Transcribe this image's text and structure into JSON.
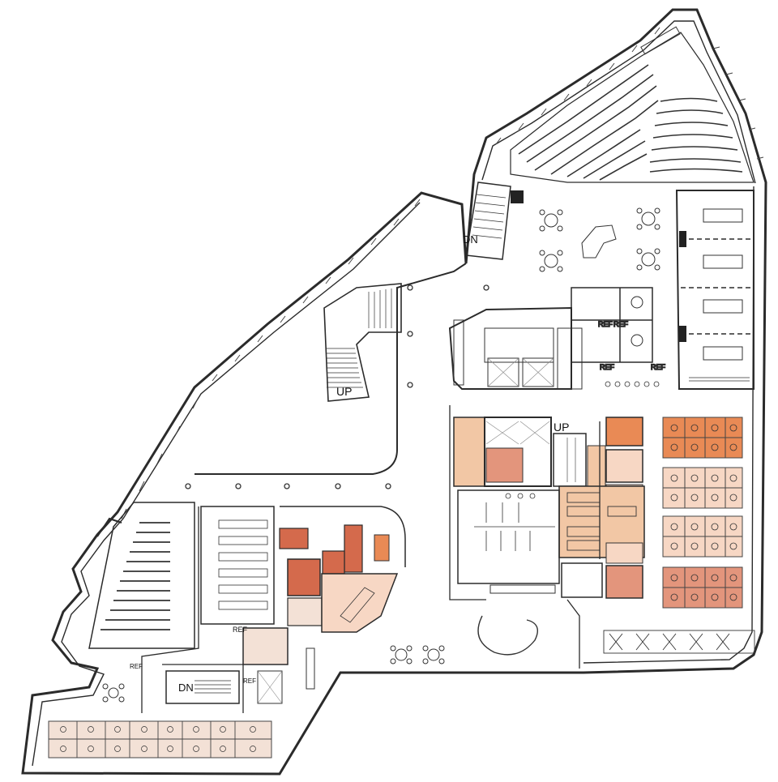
{
  "labels": {
    "up_stair_west": "UP",
    "up_stair_core": "UP",
    "dn_stair_north": "DN",
    "dn_stair_south": "DN",
    "ref_1": "REF",
    "ref_2": "REF",
    "ref_3": "REF",
    "ref_4": "REF",
    "ref_5": "REF",
    "ref_6": "REF",
    "ref_7": "REF"
  },
  "colors": {
    "wall": "#2b2b2b",
    "light_peach": "#f7d7c4",
    "pale_peach": "#f3e1d6",
    "peach": "#f2c7a5",
    "orange": "#e98a55",
    "rust": "#d46a4c",
    "salmon": "#e3957c"
  }
}
